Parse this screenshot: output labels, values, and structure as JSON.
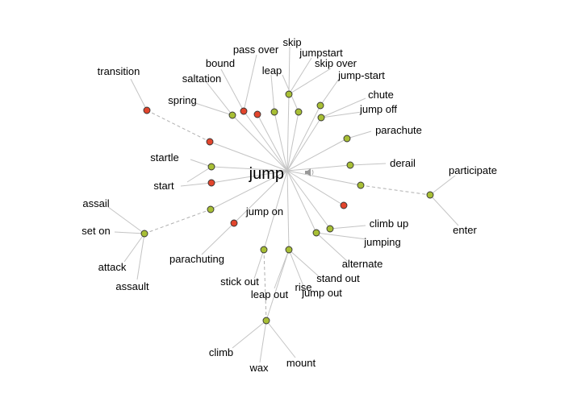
{
  "center": {
    "word": "jump",
    "icon": "speaker-icon"
  },
  "colors": {
    "synonym": "#a8bf35",
    "antonym_or_related": "#e2452c"
  },
  "words": {
    "transition": "transition",
    "spring": "spring",
    "saltation": "saltation",
    "bound": "bound",
    "pass_over": "pass over",
    "skip": "skip",
    "jumpstart": "jumpstart",
    "skip_over": "skip over",
    "leap": "leap",
    "jump_start": "jump-start",
    "chute": "chute",
    "jump_off": "jump off",
    "parachute": "parachute",
    "derail": "derail",
    "participate": "participate",
    "enter": "enter",
    "startle": "startle",
    "start": "start",
    "assail": "assail",
    "set_on": "set on",
    "attack": "attack",
    "assault": "assault",
    "jump_on": "jump on",
    "parachuting": "parachuting",
    "climb_up": "climb up",
    "jumping": "jumping",
    "alternate": "alternate",
    "stand_out": "stand out",
    "stick_out": "stick out",
    "rise": "rise",
    "leap_out": "leap out",
    "jump_out": "jump out",
    "climb": "climb",
    "wax": "wax",
    "mount": "mount"
  }
}
